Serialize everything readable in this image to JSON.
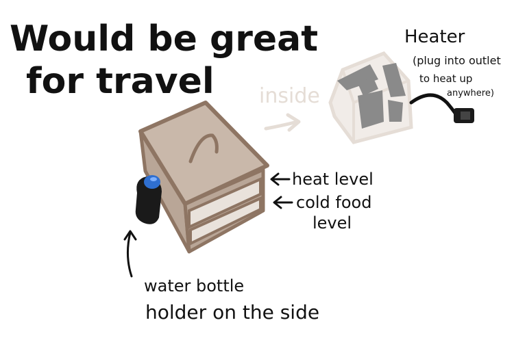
{
  "title_line1": "Would be great",
  "title_line2": "for travel",
  "inside_label": "inside",
  "heater": {
    "label": "Heater",
    "note_line1": "(plug into outlet",
    "note_line2": "to heat up",
    "note_line3": "anywhere)"
  },
  "labels": {
    "heat_level": "heat level",
    "cold_food_line1": "cold food",
    "cold_food_line2": "level",
    "bottle_line1": "water bottle",
    "bottle_line2": "holder on the side"
  },
  "colors": {
    "ink": "#111111",
    "box_fill": "#c9b8aa",
    "box_side": "#b9a697",
    "box_edge": "#8e7563",
    "drawer": "#e9e2db",
    "faded": "#e5ddd6",
    "heater_block": "#8a8a8a",
    "bottle": "#1a1a1a",
    "bottle_cap": "#2f6fd0"
  }
}
